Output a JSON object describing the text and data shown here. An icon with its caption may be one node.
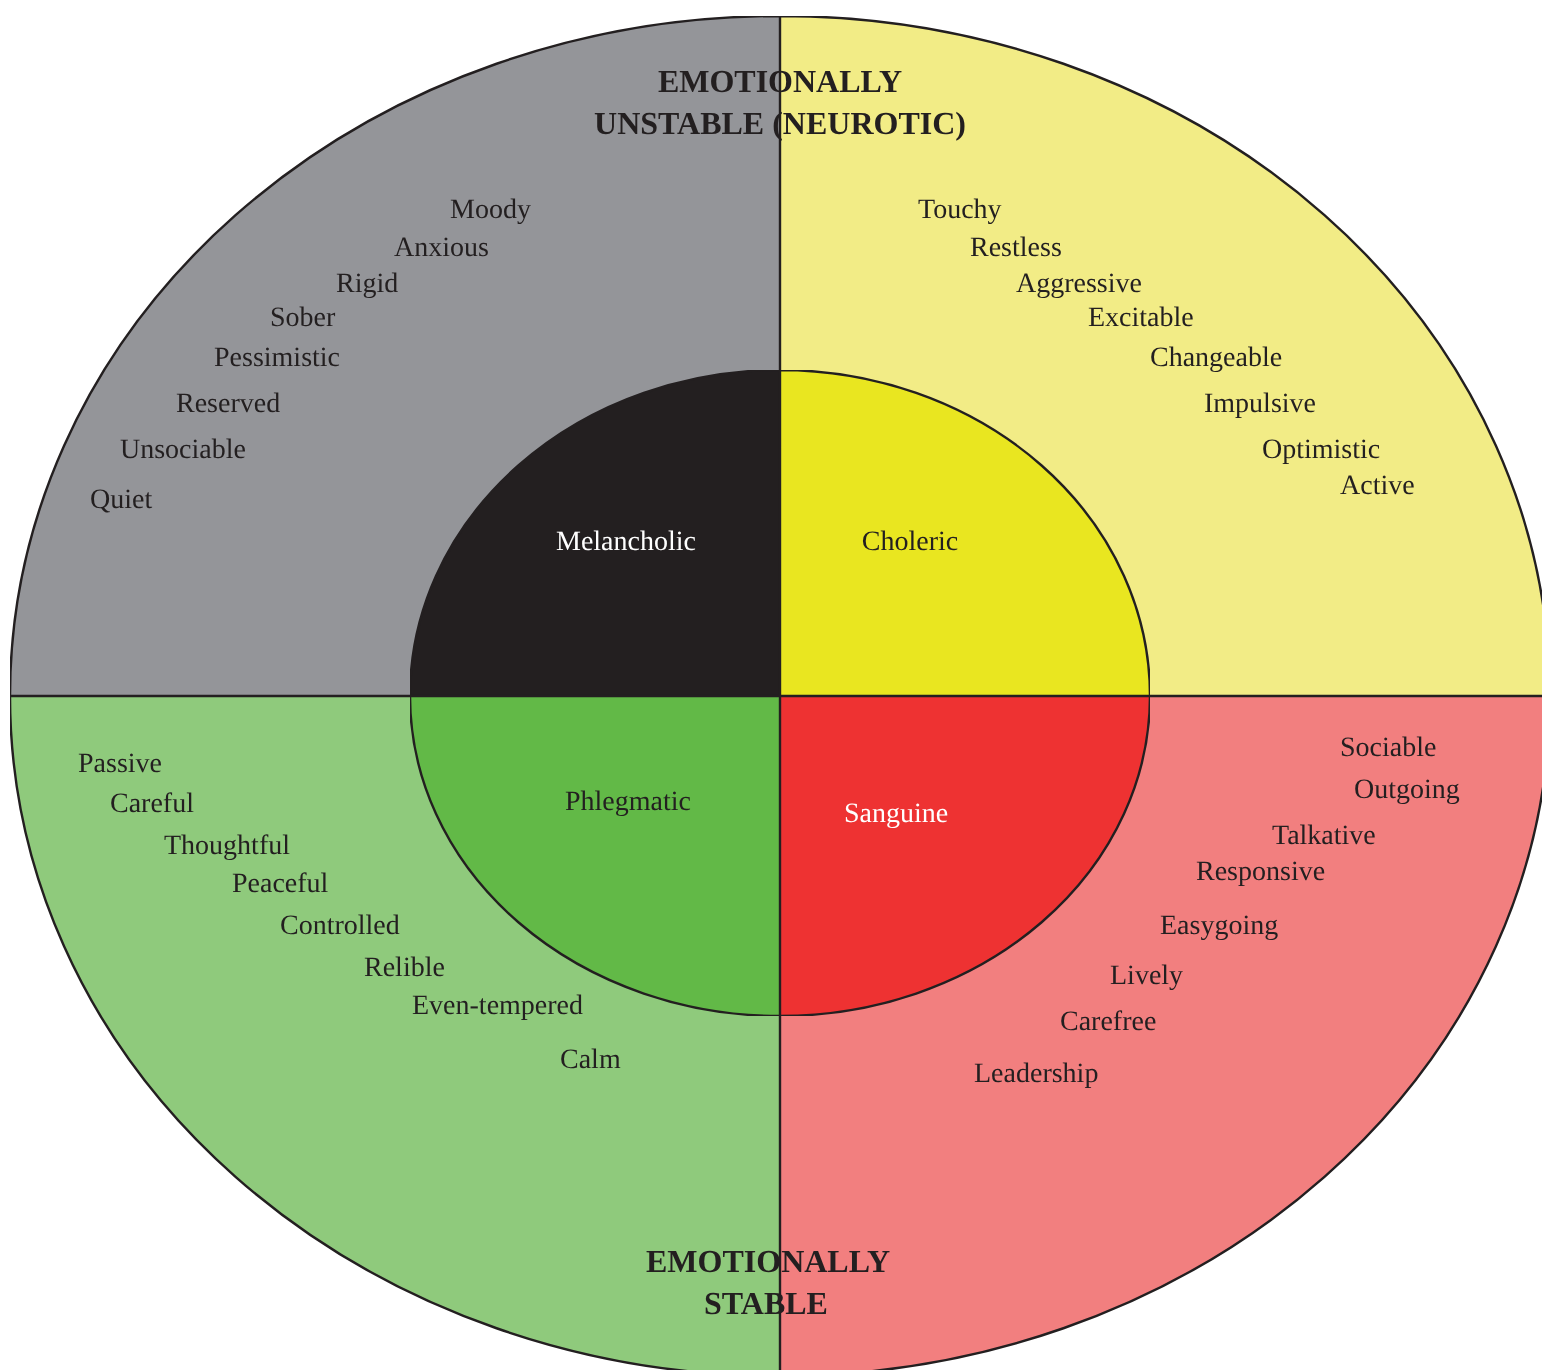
{
  "diagram": {
    "nodes": [
      {
        "text": [
          "Moody",
          "Anxious",
          "Rigid",
          "Sober",
          "Pessimistic",
          "Reserved",
          "Unsociable",
          "Quiet"
        ]
      },
      {
        "text": [
          "Melancholic"
        ],
        "in": 0
      },
      {
        "text": [
          "Touchy",
          "Restless",
          "Aggressive",
          "Excitable",
          "Changeable",
          "Impulsive",
          "Optimistic",
          "Active"
        ]
      },
      {
        "text": [
          "Choleric"
        ],
        "in": 2
      },
      {
        "text": [
          "Passive",
          "Careful",
          "Thoughtful",
          "Peaceful",
          "Controlled",
          "Relible",
          "Even-tempered",
          "Calm"
        ]
      },
      {
        "text": [
          "Phlegmatic"
        ],
        "in": 4
      },
      {
        "text": [
          "Sociable",
          "Outgoing",
          "Talkative",
          "Responsive",
          "Easygoing",
          "Lively",
          "Carefree",
          "Leadership"
        ]
      },
      {
        "text": [
          "Sanguine"
        ],
        "in": 6
      }
    ],
    "edges": [],
    "labels": [
      "EMOTIONALLY UNSTABLE (NEUROTIC)",
      "EMOTIONALLY STABLE"
    ]
  }
}
